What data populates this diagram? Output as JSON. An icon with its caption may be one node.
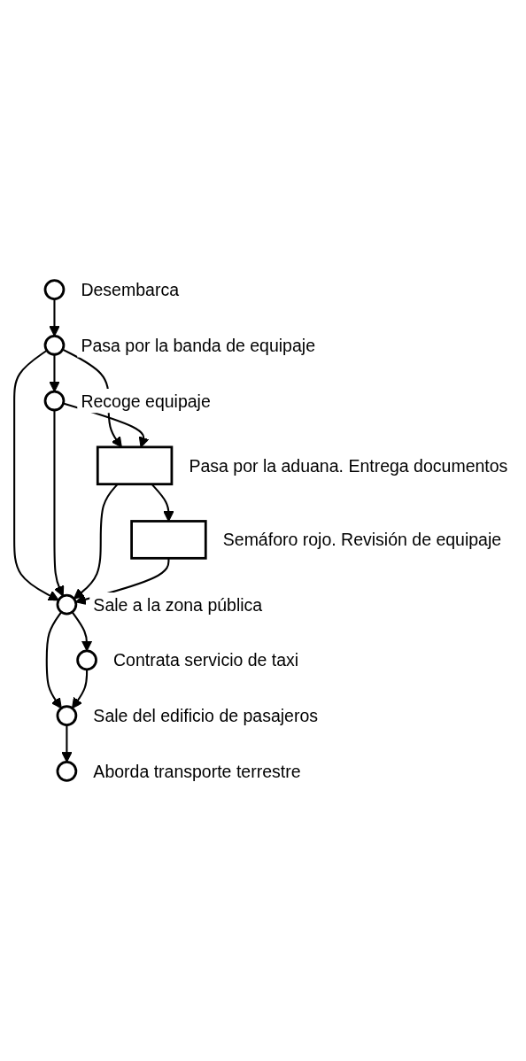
{
  "diagram": {
    "nodes": [
      {
        "text": [],
        "shape": "circle",
        "beside": [
          "Desembarca"
        ]
      },
      {
        "text": [],
        "shape": "circle",
        "beside": [
          "Pasa por la banda de equipaje"
        ]
      },
      {
        "text": [],
        "shape": "circle",
        "beside": [
          "Recoge equipaje"
        ]
      },
      {
        "text": [],
        "shape": "box",
        "beside": [
          "Pasa por la aduana. Entrega documentos"
        ]
      },
      {
        "text": [],
        "shape": "box",
        "beside": [
          "Semáforo rojo. Revisión de equipaje"
        ]
      },
      {
        "text": [],
        "shape": "circle",
        "beside": [
          "Sale a la zona pública"
        ]
      },
      {
        "text": [],
        "shape": "circle",
        "beside": [
          "Contrata servicio de taxi"
        ]
      },
      {
        "text": [],
        "shape": "circle",
        "beside": [
          "Sale del edificio de pasajeros"
        ]
      },
      {
        "text": [],
        "shape": "circle",
        "beside": [
          "Aborda transporte terrestre"
        ]
      }
    ],
    "edges": [
      {
        "from": 0,
        "to": 1,
        "arrow": "to"
      },
      {
        "from": 1,
        "to": 2,
        "arrow": "to"
      },
      {
        "from": 1,
        "to": 3,
        "arrow": "to"
      },
      {
        "from": 1,
        "to": 5,
        "arrow": "to"
      },
      {
        "from": 2,
        "to": 3,
        "arrow": "to"
      },
      {
        "from": 2,
        "to": 5,
        "arrow": "to"
      },
      {
        "from": 3,
        "to": 4,
        "arrow": "to"
      },
      {
        "from": 3,
        "to": 5,
        "arrow": "to"
      },
      {
        "from": 4,
        "to": 5,
        "arrow": "to"
      },
      {
        "from": 5,
        "to": 6,
        "arrow": "to"
      },
      {
        "from": 5,
        "to": 7,
        "arrow": "to"
      },
      {
        "from": 6,
        "to": 7,
        "arrow": "to"
      },
      {
        "from": 7,
        "to": 8,
        "arrow": "to"
      }
    ]
  }
}
